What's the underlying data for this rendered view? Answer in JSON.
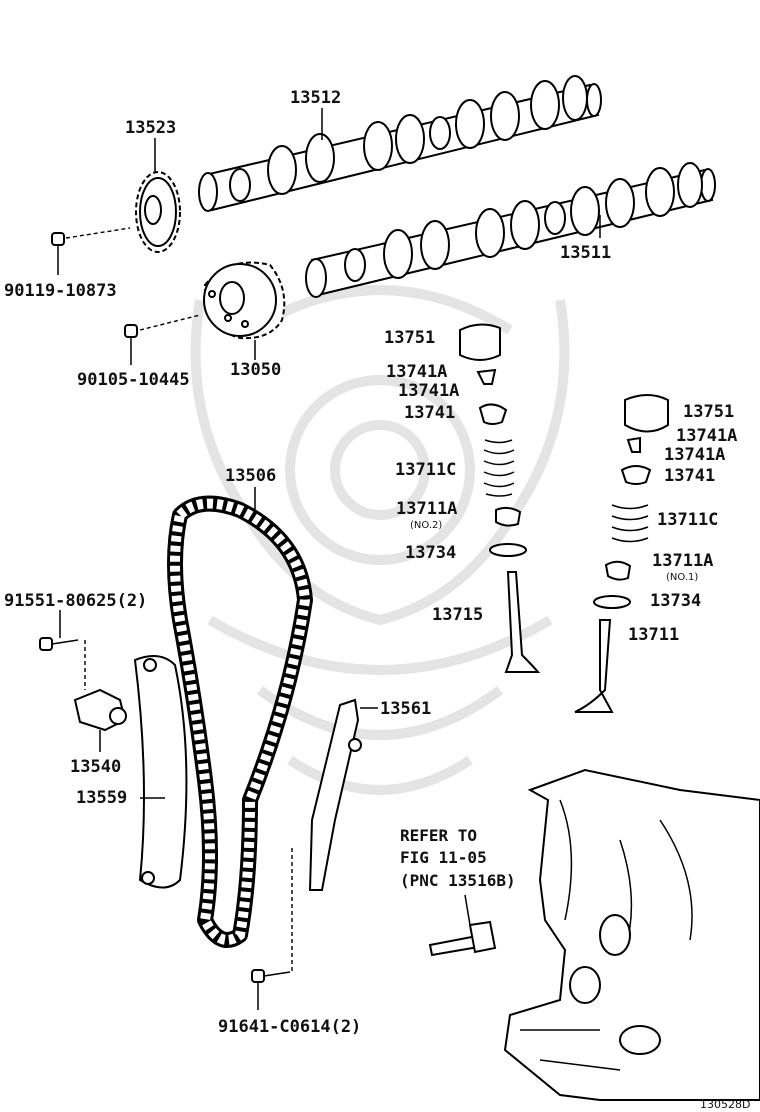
{
  "labels": {
    "camshaft_exhaust": "13512",
    "camshaft_intake": "13511",
    "sprocket": "13523",
    "bolt_sprocket": "90119-10873",
    "vvt_gear": "13050",
    "bolt_vvt": "90105-10445",
    "chain": "13506",
    "lifter_left": "13751",
    "key_left_1": "13741A",
    "key_left_2": "13741A",
    "retainer_left": "13741",
    "spring_left": "13711C",
    "seat_left": "13711A",
    "seat_left_sub": "(NO.2)",
    "washer_left": "13734",
    "valve_left": "13715",
    "lifter_right": "13751",
    "key_right_1": "13741A",
    "key_right_2": "13741A",
    "retainer_right": "13741",
    "spring_right": "13711C",
    "seat_right": "13711A",
    "seat_right_sub": "(NO.1)",
    "washer_right": "13734",
    "valve_right": "13711",
    "bolt_tensioner": "91551-80625(2)",
    "tensioner": "13540",
    "slipper_guide": "13559",
    "damper_guide": "13561",
    "bolt_damper": "91641-C0614(2)"
  },
  "refer_note": {
    "line1": "REFER TO",
    "line2": "FIG 11-05",
    "line3": "(PNC 13516B)"
  },
  "figure_code": "130528D"
}
